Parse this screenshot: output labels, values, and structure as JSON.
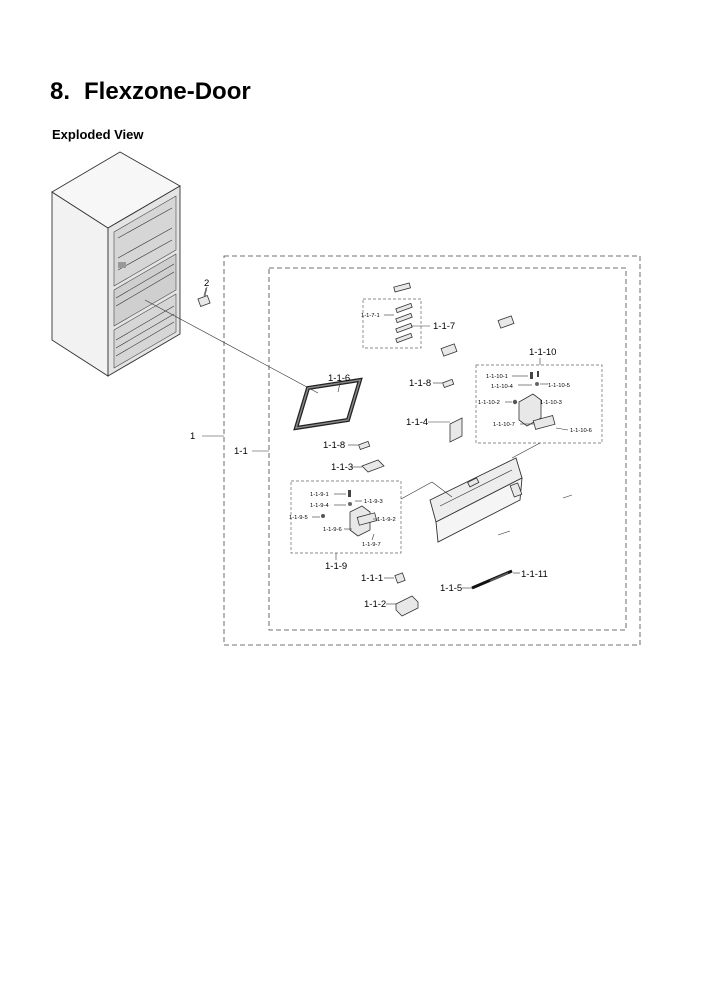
{
  "heading": {
    "number": "8.",
    "title": "Flexzone-Door"
  },
  "section": "Exploded View",
  "labels": {
    "l2": "2",
    "l1": "1",
    "l1_1": "1-1",
    "l1_1_1": "1-1-1",
    "l1_1_2": "1-1-2",
    "l1_1_3": "1-1-3",
    "l1_1_4": "1-1-4",
    "l1_1_5": "1-1-5",
    "l1_1_6": "1-1-6",
    "l1_1_7": "1-1-7",
    "l1_1_7_1": "1-1-7-1",
    "l1_1_8a": "1-1-8",
    "l1_1_8b": "1-1-8",
    "l1_1_9": "1-1-9",
    "l1_1_9_1": "1-1-9-1",
    "l1_1_9_2": "1-1-9-2",
    "l1_1_9_3": "1-1-9-3",
    "l1_1_9_4": "1-1-9-4",
    "l1_1_9_5": "1-1-9-5",
    "l1_1_9_6": "1-1-9-6",
    "l1_1_9_7": "1-1-9-7",
    "l1_1_10": "1-1-10",
    "l1_1_10_1": "1-1-10-1",
    "l1_1_10_2": "1-1-10-2",
    "l1_1_10_3": "1-1-10-3",
    "l1_1_10_4": "1-1-10-4",
    "l1_1_10_5": "1-1-10-5",
    "l1_1_10_6": "1-1-10-6",
    "l1_1_10_7": "1-1-10-7",
    "l1_1_11": "1-1-11"
  }
}
